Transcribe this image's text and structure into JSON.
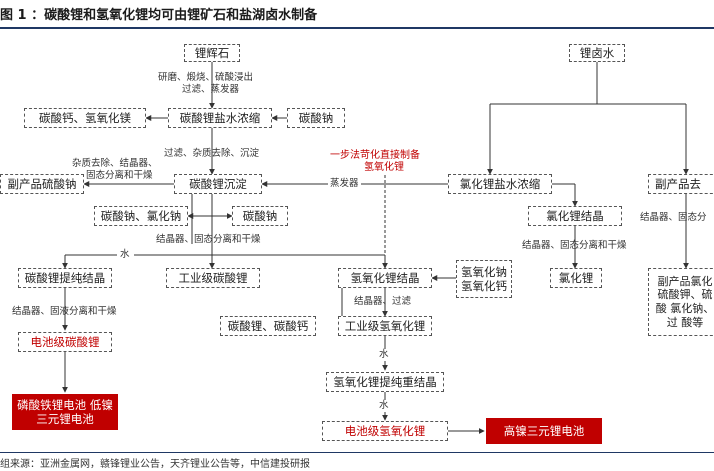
{
  "title": "图 1 ：碳酸锂和氢氧化锂均可由锂矿石和盐湖卤水制备",
  "source": "组来源：亚洲金属网，赣锋锂业公告，天齐锂业公告等，中信建投研报",
  "boxes": {
    "spodumene": "锂辉石",
    "brine": "锂卤水",
    "carbonate_solution": "碳酸锂盐水浓缩",
    "byproduct_caco3": "碳酸钙、氢氧化镁",
    "na2co3": "碳酸钠",
    "byproduct_na2so4": "副产品硫酸钠",
    "carbonate_precip": "碳酸锂沉淀",
    "licl_concentrate": "氯化锂盐水浓缩",
    "byproduct_right": "副产品去",
    "na2co3_nacl": "碳酸钠、氯化钠",
    "na2co3_b": "碳酸钠",
    "licl_crystal": "氯化锂结晶",
    "carbonate_purify": "碳酸锂提纯结晶",
    "industrial_carbonate": "工业级碳酸锂",
    "hydroxide_crystal": "氢氧化锂结晶",
    "naoh_caoh": "氢氧化钠 氢氧化钙",
    "licl": "氯化锂",
    "byproduct_right2": "副产品氯化 硫酸钾、硫酸 氯化钠、过 酸等",
    "na_k_carbonate": "碳酸锂、碳酸钙",
    "industrial_hydroxide": "工业级氢氧化锂",
    "battery_carbonate": "电池级碳酸锂",
    "hydroxide_recryst": "氢氧化锂提纯重结晶",
    "lfp_battery": "磷酸铁锂电池 低镍三元锂电池",
    "battery_hydroxide": "电池级氢氧化锂",
    "high_ni_battery": "高镍三元锂电池"
  },
  "labels": {
    "grind": "研磨、煅烧、硫酸浸出",
    "filter_evap": "过滤、蒸发器",
    "filter_remove": "过滤、杂质去除、沉淀",
    "impurity_left": "杂质去除、结晶器、",
    "separation_left": "固态分离和干燥",
    "direct_1": "一步法苛化直接制备",
    "direct_2": "氢氧化锂",
    "evaporator": "蒸发器",
    "cryst_sep_mid": "结晶器、固态分离和干燥",
    "water_left": "水",
    "cryst_sep_right": "结晶器、固态分离和干燥",
    "cryst_right_edge": "结晶器、固态分",
    "cryst_liquid": "结晶器、固液分离和干燥",
    "cryst_filter": "结晶器、过滤",
    "water_1": "水",
    "water_2": "水"
  }
}
